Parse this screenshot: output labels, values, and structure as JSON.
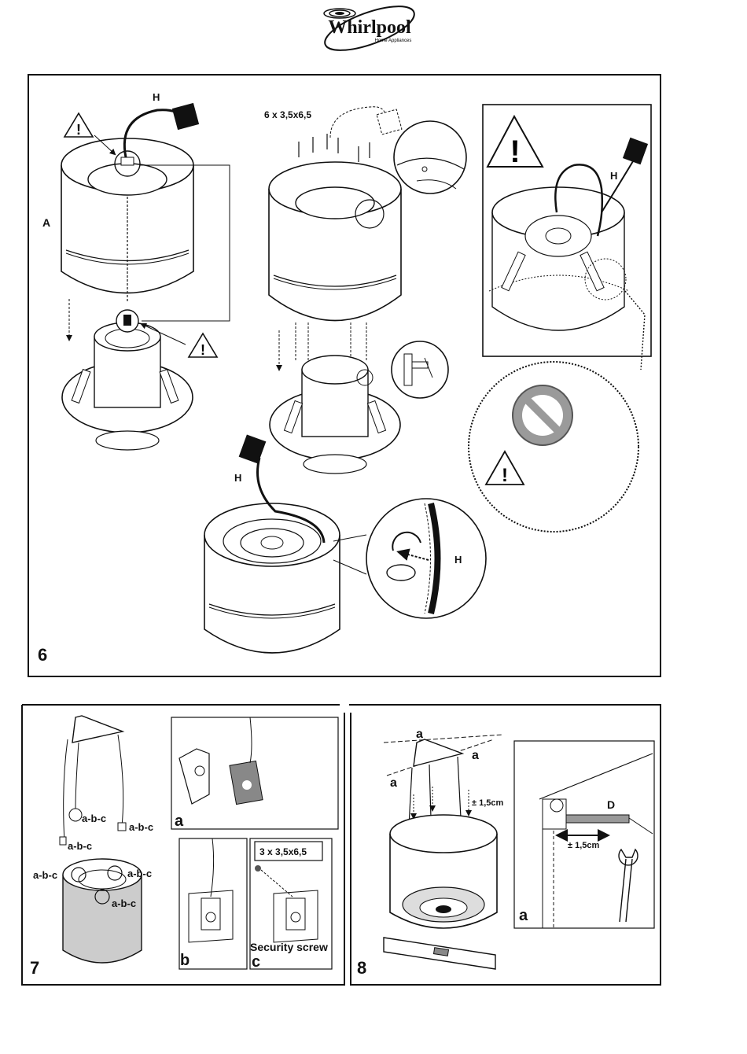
{
  "brand": {
    "name": "Whirlpool",
    "tagline": "Home Appliances"
  },
  "step6": {
    "number": "6",
    "labels": {
      "a": "A",
      "h": "H"
    },
    "screws": "6 x 3,5x6,5"
  },
  "step7": {
    "number": "7",
    "labels": {
      "abc": "a-b-c",
      "a": "a",
      "b": "b",
      "c": "c"
    },
    "screws": "3 x 3,5x6,5",
    "security_screw": "Security screw"
  },
  "step8": {
    "number": "8",
    "labels": {
      "a": "a",
      "d": "D"
    },
    "distance": "± 1,5cm"
  }
}
